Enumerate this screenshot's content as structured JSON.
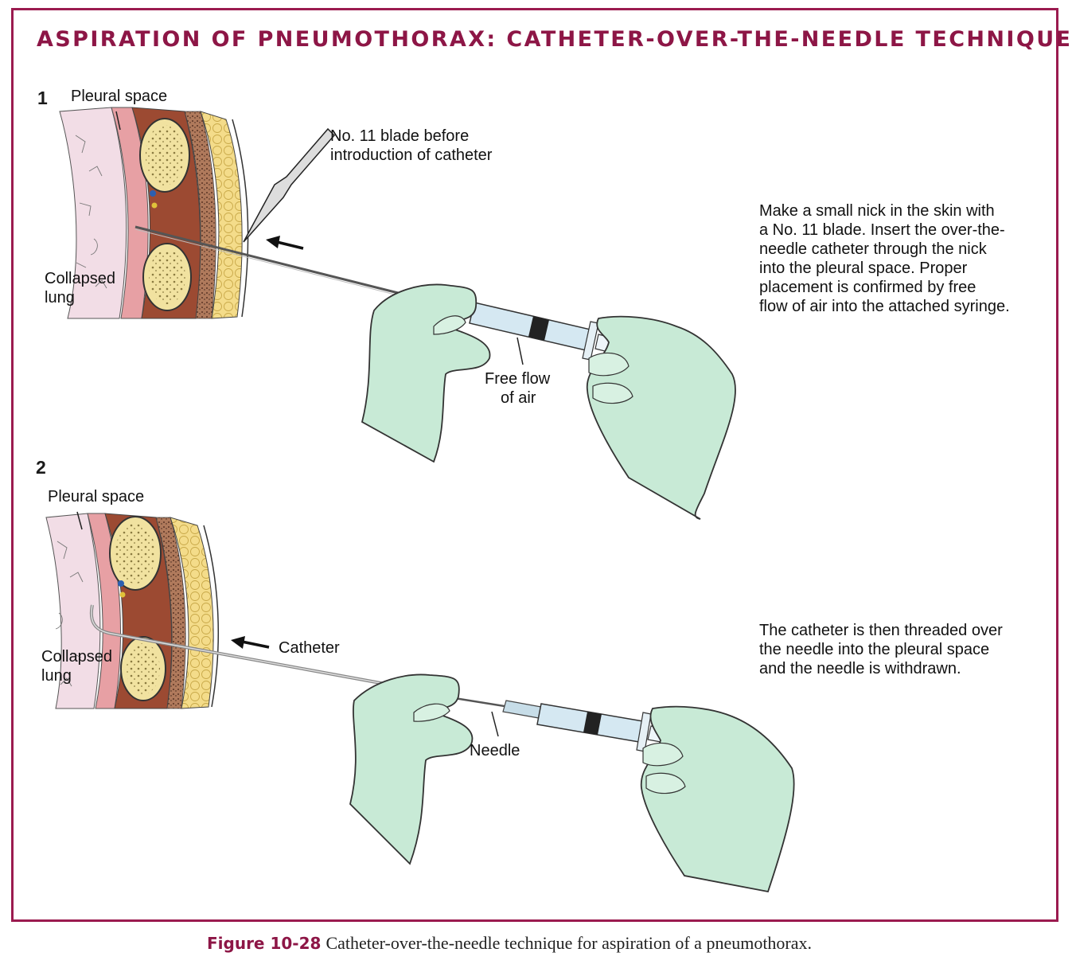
{
  "title": "ASPIRATION OF PNEUMOTHORAX: CATHETER-OVER-THE-NEEDLE TECHNIQUE",
  "colors": {
    "accent": "#8d1646",
    "glove": "#c8ead6",
    "rib": "#f1e2a0",
    "fat": "#f4dc8a",
    "muscle": "#9c4a32",
    "pleura": "#e7a0a4",
    "lung": "#f2dde6"
  },
  "panel1": {
    "step": "1",
    "pleural_label": "Pleural space",
    "blade_label_1": "No. 11 blade before",
    "blade_label_2": "introduction of catheter",
    "lung_label_1": "Collapsed",
    "lung_label_2": "lung",
    "air_label_1": "Free flow",
    "air_label_2": "of air",
    "desc": [
      "Make a small nick in the skin with",
      "a No. 11 blade. Insert the over-the-",
      "needle catheter through the nick",
      "into the pleural space. Proper",
      "placement is confirmed by free",
      "flow of air into the attached syringe."
    ]
  },
  "panel2": {
    "step": "2",
    "pleural_label": "Pleural space",
    "catheter_label": "Catheter",
    "lung_label_1": "Collapsed",
    "lung_label_2": "lung",
    "needle_label": "Needle",
    "desc": [
      "The catheter is then threaded over",
      "the needle into the pleural space",
      "and the needle is withdrawn."
    ]
  },
  "caption": {
    "figure": "Figure 10-28",
    "text": "Catheter-over-the-needle technique for aspiration of a pneumothorax."
  }
}
